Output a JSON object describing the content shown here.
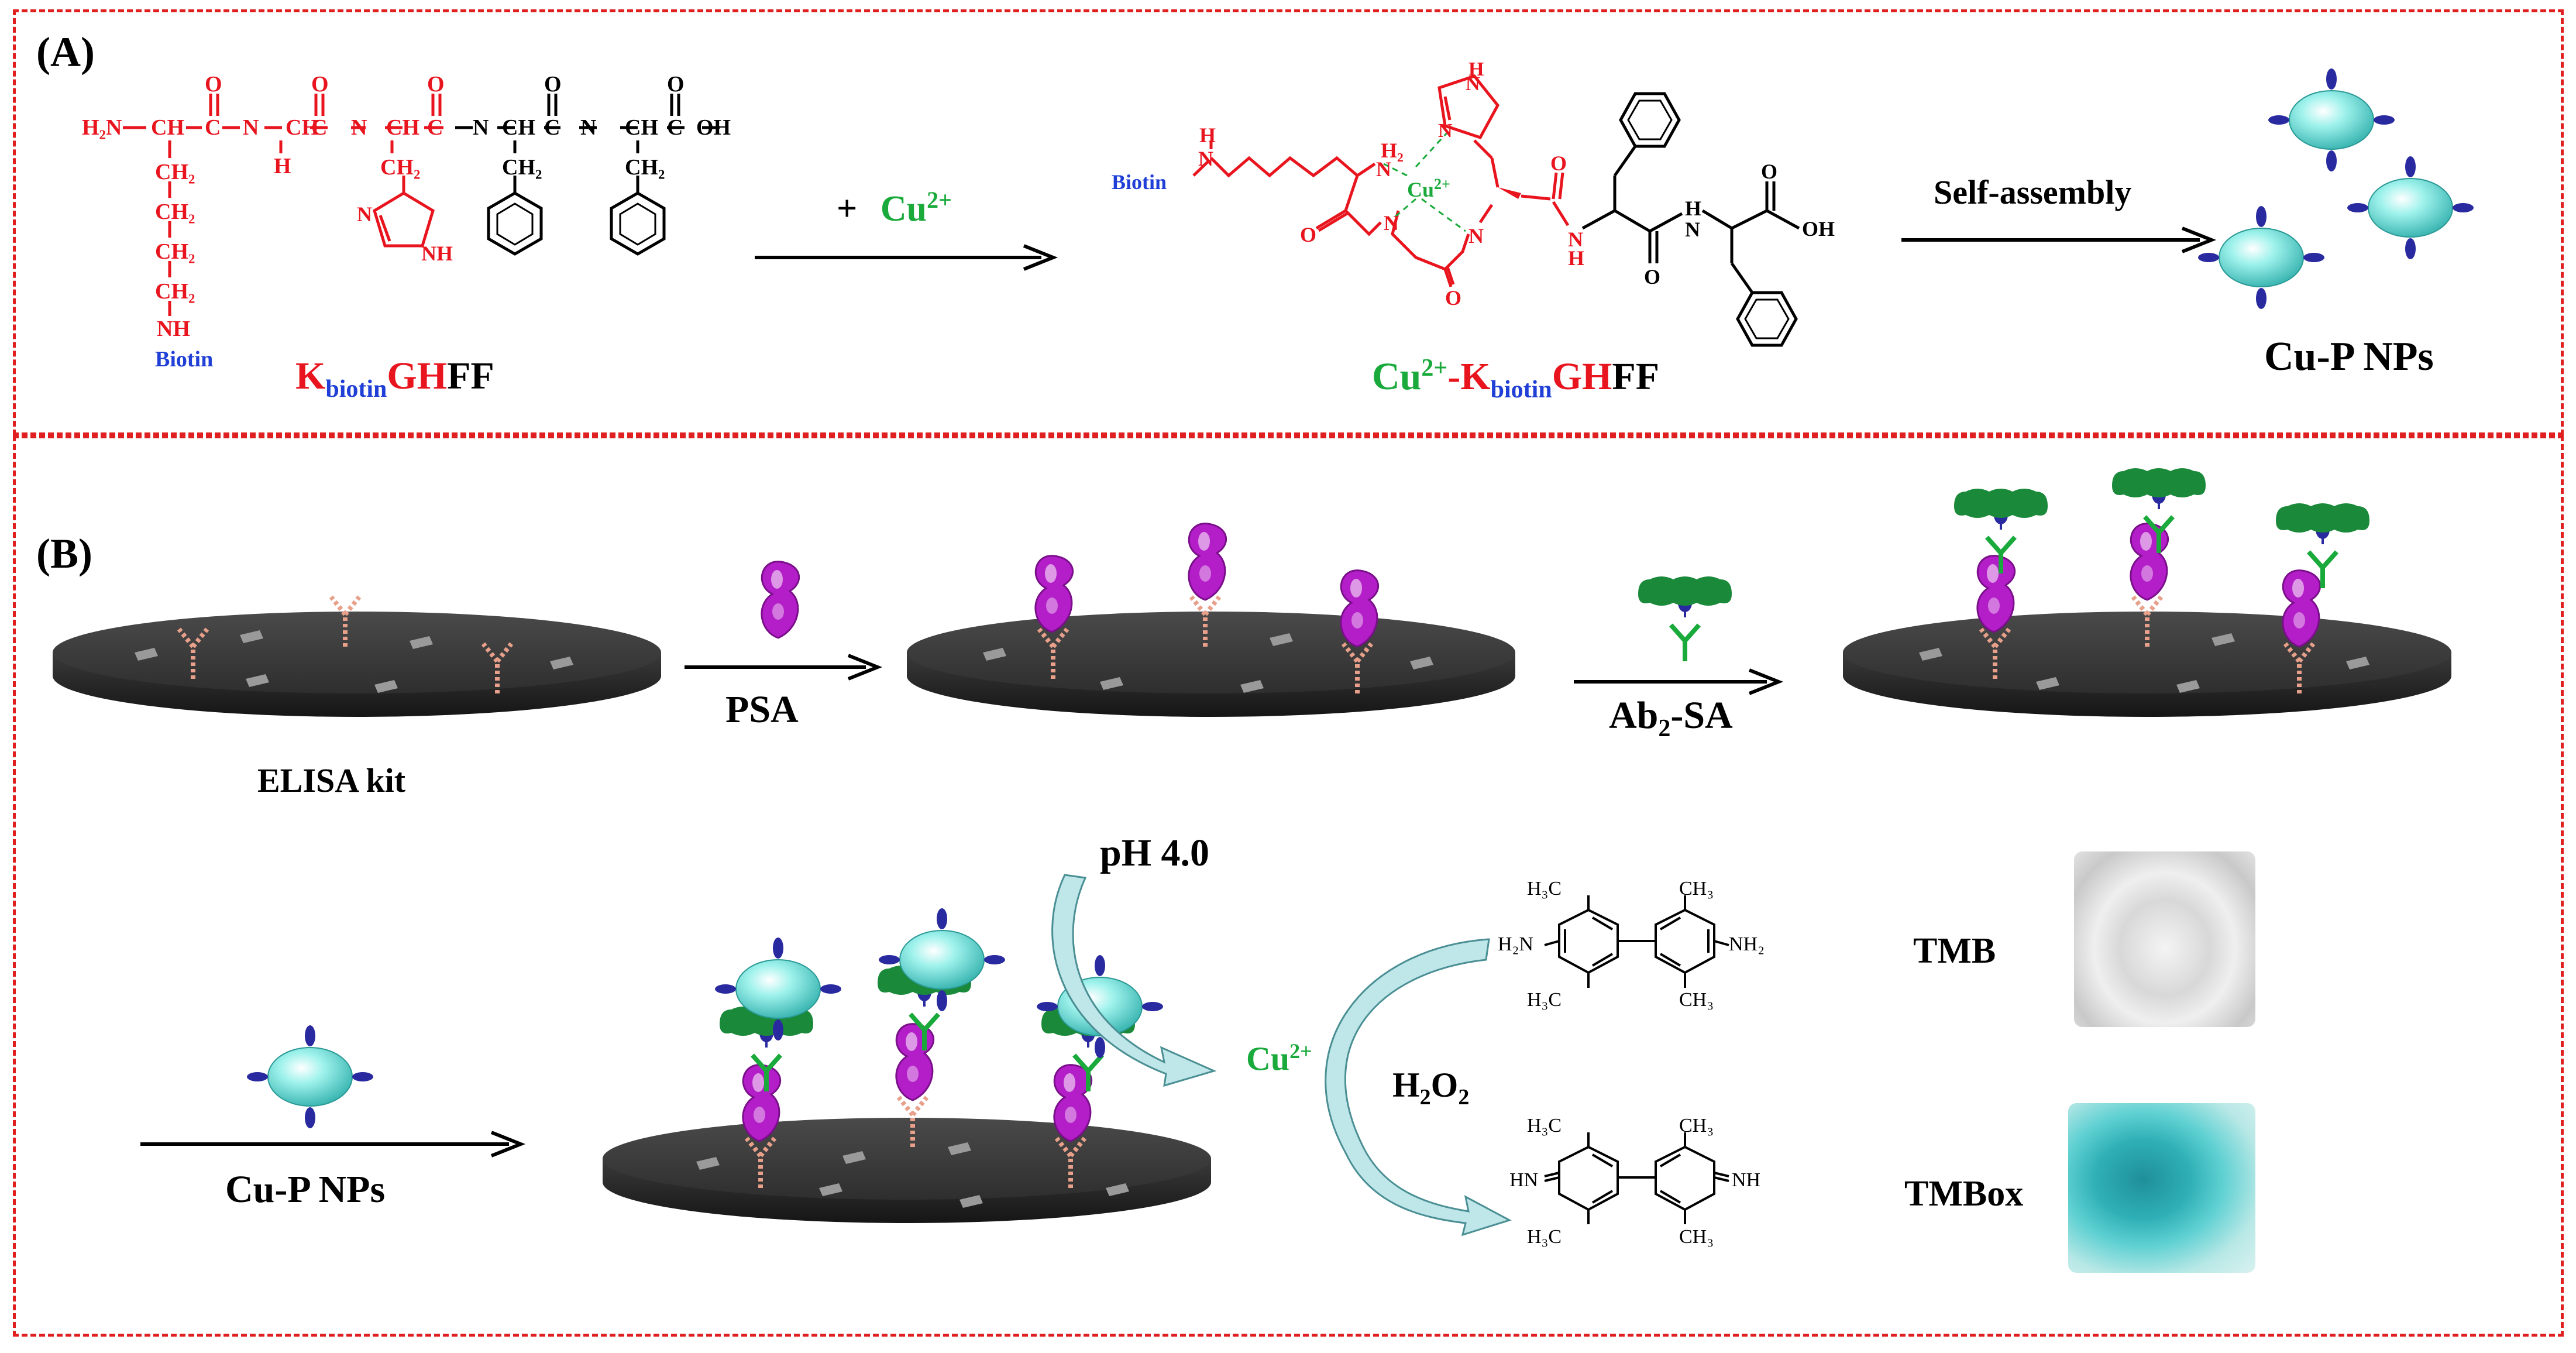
{
  "panel_a": {
    "label": "(A)",
    "reactant": {
      "left_chain": {
        "n_terminus": "H₂N",
        "alpha_ch": "CH",
        "c": "C",
        "o": "O",
        "nh": "N",
        "h": "H",
        "ch2": "CH₂",
        "nh_side": "NH",
        "biotin": "Biotin",
        "imid_n": "N",
        "imid_nh": "NH",
        "acid": "OH"
      },
      "name_parts": {
        "k": "K",
        "biotin_sub": "biotin",
        "gh": "GH",
        "ff": "FF"
      }
    },
    "plus_cu": {
      "plus": "+",
      "cu": "Cu",
      "cu_sup": "2+"
    },
    "complex": {
      "biotin": "Biotin",
      "h": "H",
      "n": "N",
      "h2": "H₂",
      "cu": "Cu",
      "cu_sup": "2+",
      "o": "O",
      "oh": "OH",
      "nh": "N",
      "name_parts": {
        "cu": "Cu",
        "cu_sup": "2+",
        "dash_k": "-K",
        "biotin_sub": "biotin",
        "gh": "GH",
        "ff": "FF"
      }
    },
    "self_assembly": "Self-assembly",
    "product": "Cu-P NPs"
  },
  "panel_b": {
    "label": "(B)",
    "elisa_kit": "ELISA kit",
    "psa": "PSA",
    "ab2_sa": {
      "ab": "Ab",
      "sub": "2",
      "rest": "-SA"
    },
    "cu_p_nps": "Cu-P NPs",
    "ph": "pH 4.0",
    "cu_release": {
      "cu": "Cu",
      "sup": "2+"
    },
    "h2o2": {
      "h": "H",
      "sub1": "2",
      "o": "O",
      "sub2": "2"
    },
    "tmb_label": "TMB",
    "tmbox_label": "TMBox",
    "tmb_groups": {
      "ch3": "CH₃",
      "h3c": "H₃C",
      "h2n": "H₂N",
      "nh2": "NH₂",
      "hn": "HN",
      "nh": "NH"
    }
  },
  "colors": {
    "red": "#e8141e",
    "green": "#1aaa3c",
    "blue": "#1f3fd6",
    "black": "#000000",
    "dashed_border": "#e02020",
    "nanoparticle": "#7fe6e0",
    "antibody_green": "#1a8a3a",
    "psa_purple": "#b41ec8",
    "tmb_photo": "#e8e8e8",
    "tmbox_photo": "#30a8b0"
  }
}
